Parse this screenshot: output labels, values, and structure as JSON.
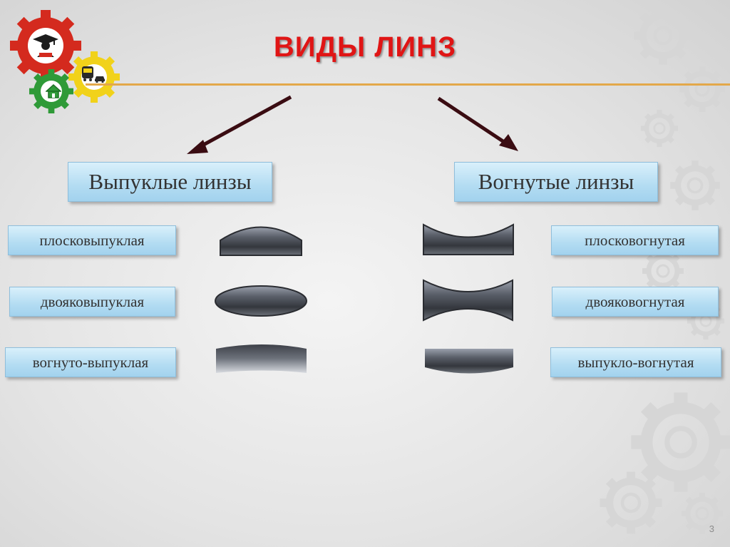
{
  "title": "ВИДЫ ЛИНЗ",
  "categories": {
    "convex": {
      "label": "Выпуклые линзы",
      "items": [
        "плосковыпуклая",
        "двояковыпуклая",
        "вогнуто-выпуклая"
      ]
    },
    "concave": {
      "label": "Вогнутые линзы",
      "items": [
        "плосковогнутая",
        "двояковогнутая",
        "выпукло-вогнутая"
      ]
    }
  },
  "page_number": "3",
  "colors": {
    "title": "#e01515",
    "title_line": "#e3a84a",
    "arrow": "#3a0c12",
    "box_fill": "#b3dcf2",
    "logo_gear_red": "#d42a1e",
    "logo_gear_yellow": "#f1d21a",
    "logo_gear_green": "#2f9a38"
  },
  "icons": [
    "gear-logo-icon",
    "graduate-icon",
    "bus-icon",
    "car-icon",
    "house-icon",
    "background-gears-icon"
  ]
}
